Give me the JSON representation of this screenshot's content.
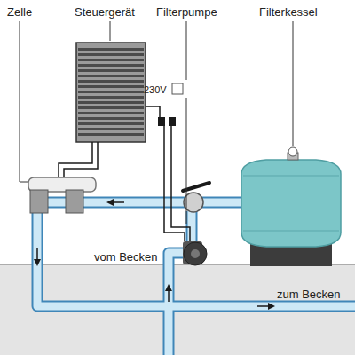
{
  "diagram": {
    "labels": [
      "Zelle",
      "Steuergerät",
      "Filterpumpe",
      "Filterkessel",
      "230V",
      "vom Becken",
      "zum Becken"
    ]
  }
}
